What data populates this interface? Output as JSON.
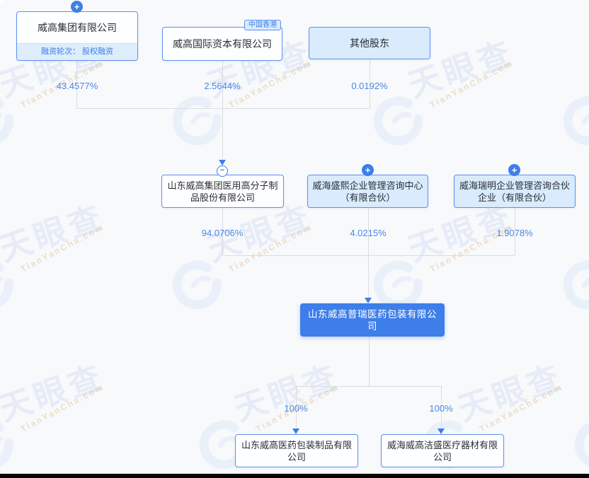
{
  "brand_watermark": {
    "name": "天眼查",
    "domain": "TianYanCha.com",
    "positions": [
      [
        -62,
        66
      ],
      [
        232,
        66
      ],
      [
        516,
        66
      ],
      [
        784,
        66
      ],
      [
        -62,
        298
      ],
      [
        232,
        298
      ],
      [
        516,
        298
      ],
      [
        784,
        298
      ],
      [
        -62,
        524
      ],
      [
        270,
        524
      ],
      [
        586,
        524
      ],
      [
        800,
        524
      ]
    ]
  },
  "icons": {
    "expand_icon": "+",
    "collapse_icon": "−"
  },
  "colors": {
    "accent": "#3D7EEA",
    "box_border": "#5E90F0",
    "light_fill": "#D9EBFC",
    "strip_fill": "#DDEDFB",
    "connector_line": "#D9DCE1",
    "percent_text": "#4C86E9",
    "focal_fill": "#3D7EEA",
    "page_background": "#F8F9FB"
  },
  "tree": {
    "grandparents": {
      "weigao_group": {
        "name": "威高集团有限公司",
        "financing": "融资轮次： 股权融资",
        "percent": "43.4577%"
      },
      "weigao_international": {
        "name": "威高国际资本有限公司",
        "region": "中国香港",
        "percent": "2.5644%"
      },
      "other_shareholders": {
        "name": "其他股东",
        "percent": "0.0192%"
      }
    },
    "parents": {
      "shandong_weigao_polymer": {
        "name": "山东威高集团医用高分子制品股份有限公司",
        "percent": "94.0706%"
      },
      "weihai_shengxi": {
        "name": "威海盛熙企业管理咨询中心（有限合伙）",
        "percent": "4.0215%"
      },
      "weihai_ruiming": {
        "name": "威海瑞明企业管理咨询合伙企业（有限合伙）",
        "percent": "1.9078%"
      }
    },
    "focal": {
      "name": "山东威高普瑞医药包装有限公司"
    },
    "subsidiaries": {
      "shandong_weigao_packaging": {
        "name": "山东威高医药包装制品有限公司",
        "percent": "100%"
      },
      "weihai_jiesheng": {
        "name": "威海威高洁盛医疗器材有限公司",
        "percent": "100%"
      }
    }
  }
}
